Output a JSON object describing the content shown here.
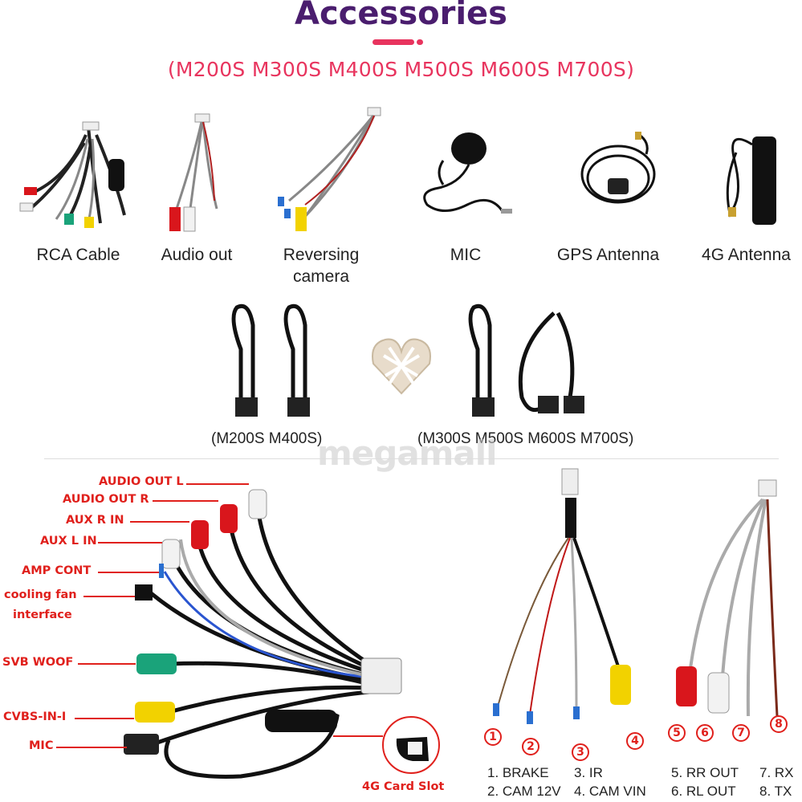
{
  "header": {
    "title": "Accessories",
    "subtitle": "(M200S M300S M400S M500S M600S M700S)",
    "accent_color": "#e8345e",
    "title_color": "#4a1d6e"
  },
  "accessories": [
    {
      "label": "RCA Cable",
      "icon": "rca-cable-icon"
    },
    {
      "label": "Audio out",
      "icon": "audio-out-cable-icon"
    },
    {
      "label": "Reversing camera",
      "icon": "reversing-camera-cable-icon"
    },
    {
      "label": "MIC",
      "icon": "mic-icon"
    },
    {
      "label": "GPS Antenna",
      "icon": "gps-antenna-icon"
    },
    {
      "label": "4G Antenna",
      "icon": "4g-antenna-icon"
    }
  ],
  "usb_cables": {
    "left_models": "(M200S M400S)",
    "right_models": "(M300S M500S M600S M700S)"
  },
  "watermark": "megamall",
  "rca_callouts": [
    "AUDIO OUT L",
    "AUDIO OUT R",
    "AUX R IN",
    "AUX L IN",
    "AMP CONT",
    "cooling fan",
    "interface",
    "SVB WOOF",
    "CVBS-IN-I",
    "MIC",
    "4G Card Slot"
  ],
  "numbers": [
    "1",
    "2",
    "3",
    "4",
    "5",
    "6",
    "7",
    "8"
  ],
  "legend": [
    "1. BRAKE",
    "2. CAM 12V",
    "3. IR",
    "4. CAM VIN",
    "5. RR OUT",
    "6. RL OUT",
    "7. RX",
    "8. TX"
  ],
  "colors": {
    "callout_red": "#e0201c",
    "cable_black": "#1a1a1a",
    "rca_red": "#d9161c",
    "rca_white": "#f2f2f2",
    "rca_yellow": "#f2d200",
    "rca_green": "#1aa37a"
  }
}
